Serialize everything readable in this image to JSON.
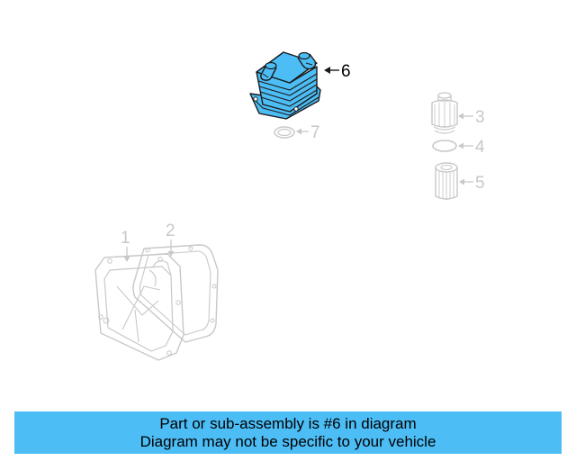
{
  "colors": {
    "highlight_fill": "#4dbdf5",
    "highlight_stroke": "#1a1a1a",
    "faded": "#c8c8c8",
    "banner_bg": "#4dbdf5",
    "text": "#000000"
  },
  "callouts": {
    "part_1": "1",
    "part_2": "2",
    "part_3": "3",
    "part_4": "4",
    "part_5": "5",
    "part_6": "6",
    "part_7": "7"
  },
  "banner": {
    "line1": "Part or sub-assembly is #6 in diagram",
    "line2": "Diagram may not be specific to your vehicle"
  }
}
